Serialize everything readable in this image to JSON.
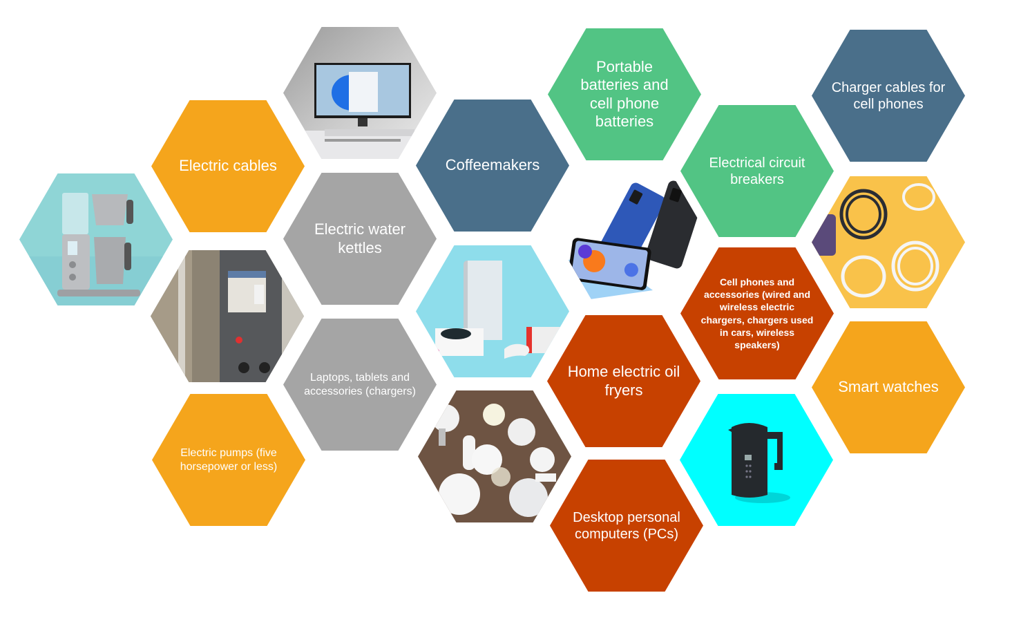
{
  "title": "Electrical product categories honeycomb",
  "colors": {
    "orange": "#F5A51C",
    "gray": "#A5A5A5",
    "slate": "#4A6F8A",
    "green": "#52C484",
    "red": "#C74100",
    "cyan": "#00FFFF",
    "teal_bg": "#8FD5D6",
    "yellow_bg": "#F9C24A",
    "light_blue_bg": "#8EDDEB"
  },
  "text_hexes": [
    {
      "id": "electric-cables",
      "label": "Electric cables",
      "color": "orange"
    },
    {
      "id": "electric-pumps",
      "label": "Electric pumps (five horsepower or less)",
      "color": "orange"
    },
    {
      "id": "electric-water-kettles",
      "label": "Electric water kettles",
      "color": "gray"
    },
    {
      "id": "laptops-tablets",
      "label": "Laptops, tablets and accessories (chargers)",
      "color": "gray"
    },
    {
      "id": "coffeemakers",
      "label": "Coffeemakers",
      "color": "slate"
    },
    {
      "id": "portable-batteries",
      "label": "Portable batteries and cell phone batteries",
      "color": "green"
    },
    {
      "id": "home-electric-oil-fryers",
      "label": "Home electric oil fryers",
      "color": "red"
    },
    {
      "id": "desktop-pcs",
      "label": "Desktop personal computers (PCs)",
      "color": "red"
    },
    {
      "id": "electrical-circuit-breakers",
      "label": "Electrical circuit breakers",
      "color": "green"
    },
    {
      "id": "cell-phones-accessories",
      "label": "Cell phones and accessories (wired and wireless electric chargers, chargers used in cars, wireless speakers)",
      "color": "red"
    },
    {
      "id": "charger-cables",
      "label": "Charger cables for cell phones",
      "color": "slate"
    },
    {
      "id": "smart-watches",
      "label": "Smart watches",
      "color": "orange"
    }
  ],
  "image_hexes": [
    {
      "id": "coffee-maker-photo",
      "depicts": "coffee maker"
    },
    {
      "id": "circuit-breaker-photo",
      "depicts": "circuit breaker panel"
    },
    {
      "id": "desktop-monitor-photo",
      "depicts": "desktop monitor"
    },
    {
      "id": "game-consoles-photo",
      "depicts": "game consoles and controllers"
    },
    {
      "id": "light-bulbs-photo",
      "depicts": "light bulbs"
    },
    {
      "id": "smartphones-photo",
      "depicts": "smartphones"
    },
    {
      "id": "electric-kettle-photo",
      "depicts": "electric kettle"
    },
    {
      "id": "charging-cables-photo",
      "depicts": "charging cables"
    }
  ]
}
